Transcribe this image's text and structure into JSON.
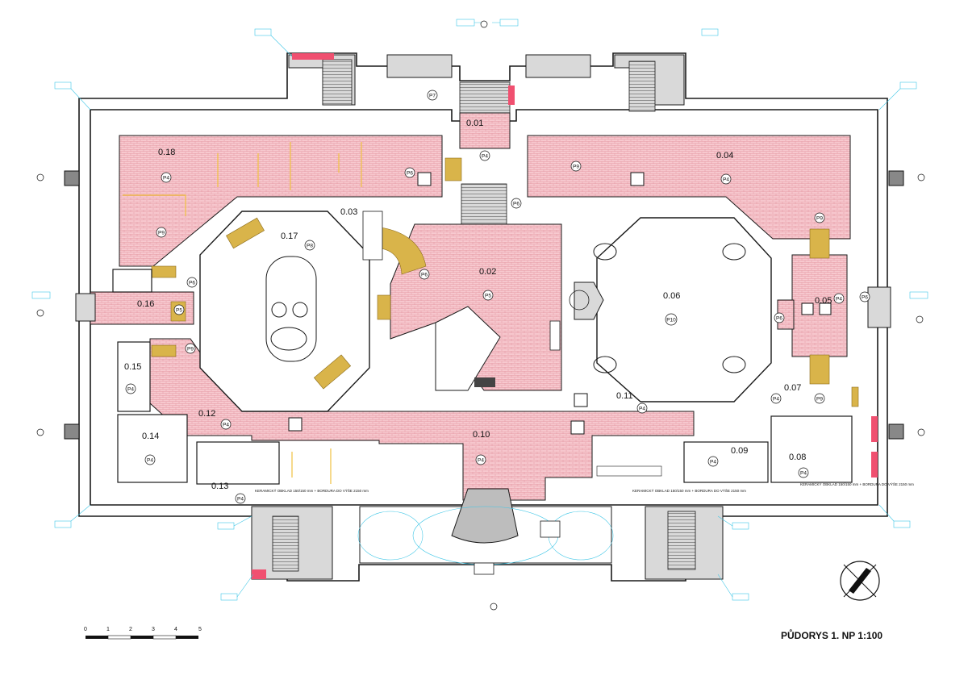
{
  "title": "PŮDORYS 1. NP  1:100",
  "scale_bar": {
    "ticks": [
      "0",
      "1",
      "2",
      "3",
      "4",
      "5"
    ]
  },
  "rooms": [
    {
      "id": "0.01",
      "floor": "P4"
    },
    {
      "id": "0.02",
      "floor": "P5"
    },
    {
      "id": "0.03",
      "floor": ""
    },
    {
      "id": "0.04",
      "floor": "P4"
    },
    {
      "id": "0.05",
      "floor": "P4"
    },
    {
      "id": "0.06",
      "floor": "P10"
    },
    {
      "id": "0.07",
      "floor": "P4"
    },
    {
      "id": "0.08",
      "floor": "P4"
    },
    {
      "id": "0.09",
      "floor": "P4"
    },
    {
      "id": "0.10",
      "floor": "P4"
    },
    {
      "id": "0.11",
      "floor": "P4"
    },
    {
      "id": "0.12",
      "floor": "P4"
    },
    {
      "id": "0.13",
      "floor": "P4"
    },
    {
      "id": "0.14",
      "floor": "P4"
    },
    {
      "id": "0.15",
      "floor": "P4"
    },
    {
      "id": "0.16",
      "floor": "P5"
    },
    {
      "id": "0.17",
      "floor": "P8"
    },
    {
      "id": "0.18",
      "floor": "P4"
    }
  ],
  "tags": {
    "p6": "P6",
    "p7": "P7",
    "p8": "P8",
    "p9": "P9"
  },
  "notes": [
    "KERAMICKÝ OBKLAD 150/150 mm + BORDURA DO VÝŠE 2150 mm",
    "KERAMICKÝ OBKLAD 150/150 mm + BORDURA DO VÝŠE 2150 mm",
    "KERAMICKÝ OBKLAD 150/150 mm + BORDURA DO VÝŠE 2150 mm"
  ],
  "colors": {
    "tile": "#f7c9cf",
    "wall": "#1a1a1a",
    "annotation": "#3fc6e6",
    "wood": "#d9b44a",
    "grey": "#d9d9d9",
    "accent": "#f05070"
  }
}
